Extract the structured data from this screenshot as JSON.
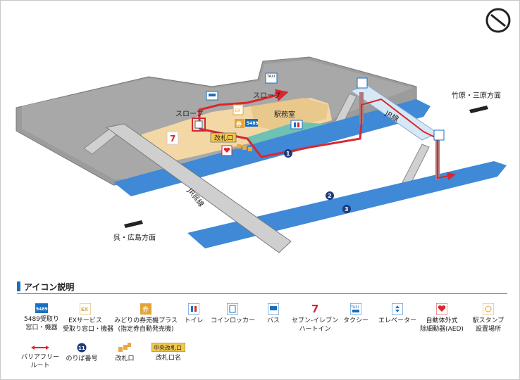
{
  "map": {
    "labels": {
      "slope_1": "スロープ",
      "slope_2": "スロープ",
      "station_office": "駅務室",
      "ticket_gate": "改札口",
      "direction_east": "竹原・三原方面",
      "direction_west": "呉・広島方面",
      "track_line_1": "JR線",
      "track_line_2": "JR呉線"
    },
    "platforms": [
      "1",
      "2",
      "3"
    ],
    "icon_text": {
      "ticket_5489": "5489",
      "taxi": "TAXI",
      "ticket_machine": "券",
      "exservice": "EX"
    }
  },
  "legend": {
    "title": "アイコン説明",
    "row1": [
      {
        "icon": "ticket-5489-icon",
        "line1": "5489受取り",
        "line2": "窓口・機器"
      },
      {
        "icon": "ex-service-icon",
        "line1": "EXサービス",
        "line2": "受取り窓口・機器"
      },
      {
        "icon": "ticket-machine-icon",
        "line1": "みどりの券売機プラス",
        "line2": "(指定券自動発売機)"
      },
      {
        "icon": "toilet-icon",
        "line1": "トイレ",
        "line2": ""
      },
      {
        "icon": "coin-locker-icon",
        "line1": "コインロッカー",
        "line2": ""
      },
      {
        "icon": "bus-icon",
        "line1": "バス",
        "line2": ""
      },
      {
        "icon": "seven-eleven-icon",
        "line1": "セブン-イレブン",
        "line2": "ハートイン"
      },
      {
        "icon": "taxi-icon",
        "line1": "タクシー",
        "line2": ""
      },
      {
        "icon": "elevator-icon",
        "line1": "エレベーター",
        "line2": ""
      },
      {
        "icon": "aed-icon",
        "line1": "自動体外式",
        "line2": "除細動器(AED)"
      },
      {
        "icon": "stamp-icon",
        "line1": "駅スタンプ",
        "line2": "設置場所"
      }
    ],
    "row2": [
      {
        "icon": "barrier-free-route-icon",
        "line1": "バリアフリー",
        "line2": "ルート"
      },
      {
        "icon": "platform-number-icon",
        "line1": "のりば番号",
        "line2": "",
        "sample": "11"
      },
      {
        "icon": "ticket-gate-icon",
        "line1": "改札口",
        "line2": ""
      },
      {
        "icon": "gate-name-icon",
        "line1": "改札口名",
        "line2": "",
        "sample": "中央改札口"
      }
    ]
  }
}
